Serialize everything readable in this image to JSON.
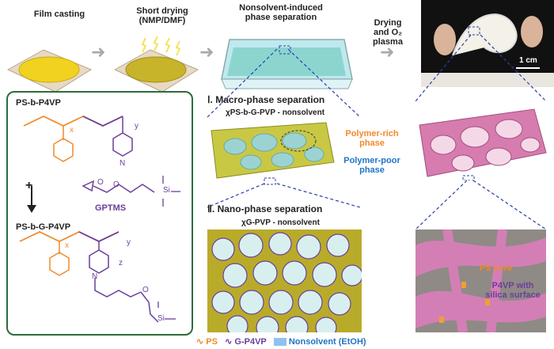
{
  "steps": {
    "film_casting": "Film casting",
    "short_drying_line1": "Short drying",
    "short_drying_line2": "(NMP/DMF)",
    "nonsolvent_line1": "Nonsolvent-induced",
    "nonsolvent_line2": "phase separation",
    "drying_line1": "Drying",
    "drying_line2": "and O₂ plasma"
  },
  "photo": {
    "scale_label": "1 cm"
  },
  "chemistry": {
    "top_polymer": "PS-b-P4VP",
    "reagent": "GPTMS",
    "bottom_polymer": "PS-b-G-P4VP",
    "plus": "+",
    "sub_x": "x",
    "sub_y": "y",
    "sub_z": "z",
    "atom_N": "N",
    "atom_O": "O",
    "atom_Si": "Si"
  },
  "macro": {
    "title": "Ⅰ. Macro-phase separation",
    "chi": "χPS-b-G-PVP - nonsolvent",
    "polymer_rich": "Polymer-rich phase",
    "polymer_poor": "Polymer-poor phase"
  },
  "nano": {
    "title": "Ⅱ. Nano-phase separation",
    "chi": "χG-PVP - nonsolvent"
  },
  "detail": {
    "ps_core": "PS core",
    "p4vp": "P4VP with silica surface"
  },
  "legend": {
    "ps": "PS",
    "gp4vp": "G-P4VP",
    "nonsolvent": "Nonsolvent (EtOH)"
  },
  "colors": {
    "ps": "#f08a2a",
    "p4vp": "#6a3f9b",
    "nonsolvent": "#8fc2ef",
    "box": "#2d6b3c",
    "dashed": "#2a3fa5"
  }
}
